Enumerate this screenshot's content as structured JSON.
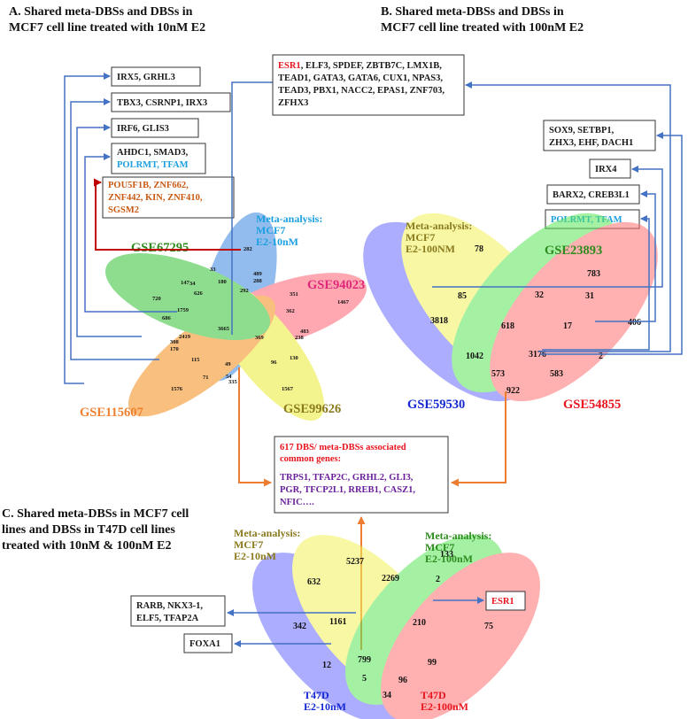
{
  "colors": {
    "black": "#1a1a1a",
    "red": "#e8141e",
    "blue_text": "#1ba0e0",
    "orange_text": "#c85a14",
    "olive": "#8a7a1e",
    "green": "#2e8b1e",
    "magenta": "#e0287a",
    "orange_ds": "#f08030",
    "navy": "#1428d2",
    "purple": "#6a1f9a",
    "arrow_blue": "#4472c4",
    "arrow_orange": "#ed7d31",
    "arrow_red": "#c00000"
  },
  "panel_a": {
    "title_line1": "A. Shared meta-DBSs and DBSs in",
    "title_line2": "MCF7 cell line treated with 10nM E2",
    "meta_line1": "Meta-analysis:",
    "meta_line2": "MCF7",
    "meta_line3": "E2-10nM",
    "ds_67295": "GSE67295",
    "ds_94023": "GSE94023",
    "ds_115607": "GSE115607",
    "ds_99626": "GSE99626",
    "numbers": [
      "282",
      "33",
      "489",
      "288",
      "351",
      "1467",
      "147",
      "34",
      "626",
      "180",
      "292",
      "362",
      "720",
      "686",
      "1759",
      "3665",
      "369",
      "483",
      "238",
      "2419",
      "308",
      "170",
      "130",
      "115",
      "49",
      "96",
      "71",
      "54",
      "335",
      "1576",
      "1567"
    ],
    "box1": "IRX5, GRHL3",
    "box2": "TBX3, CSRNP1, IRX3",
    "box3": "IRF6, GLIS3",
    "box4_line1": "AHDC1,   SMAD3,",
    "box4_line2": "POLRMT, TFAM",
    "box5_line1": "POU5F1B,   ZNF662,",
    "box5_line2": "ZNF442, KIN, ZNF410,",
    "box5_line3": "SGSM2"
  },
  "panel_b": {
    "title_line1": "B.  Shared  meta-DBSs  and  DBSs  in",
    "title_line2": "MCF7 cell line treated with 100nM E2",
    "meta_line1": "Meta-analysis:",
    "meta_line2": "MCF7",
    "meta_line3": "E2-100NM",
    "ds_23893": "GSE23893",
    "ds_59530": "GSE59530",
    "ds_54855": "GSE54855",
    "numbers": [
      "78",
      "783",
      "85",
      "32",
      "31",
      "3818",
      "618",
      "17",
      "406",
      "1042",
      "3176",
      "573",
      "583",
      "2",
      "922"
    ],
    "esr_box_line1_red": "ESR1",
    "esr_box_line1_rest": ", ELF3, SPDEF, ZBTB7C, LMX1B,",
    "esr_box_line2": "TEAD1, GATA3, GATA6, CUX1, NPAS3,",
    "esr_box_line3": "TEAD3, PBX1, NACC2, EPAS1, ZNF703,",
    "esr_box_line4": "ZFHX3",
    "sox_line1": "SOX9,     SETBP1,",
    "sox_line2": "ZHX3, EHF, DACH1",
    "irx4": "IRX4",
    "barx2": "BARX2, CREB3L1",
    "polrmt": "POLRMT, TFAM"
  },
  "center_box": {
    "line1": "617 DBS/ meta-DBSs associated",
    "line2": "common genes:",
    "line3": "TRPS1, TFAP2C, GRHL2, GLI3,",
    "line4": "PGR, TFCP2L1, RREB1, CASZ1,",
    "line5": "NFIC…."
  },
  "panel_c": {
    "title_line1": "C. Shared meta-DBSs in MCF7 cell",
    "title_line2": "lines  and  DBSs  in  T47D  cell  lines",
    "title_line3": "treated with 10nM & 100nM E2",
    "meta10_line1": "Meta-analysis:",
    "meta10_line2": "MCF7",
    "meta10_line3": "E2-10nM",
    "meta100_line1": "Meta-analysis:",
    "meta100_line2": "MCF7",
    "meta100_line3": "E2-100nM",
    "t47d10_line1": "T47D",
    "t47d10_line2": "E2-10nM",
    "t47d100_line1": "T47D",
    "t47d100_line2": "E2-100nM",
    "numbers": [
      "5237",
      "133",
      "632",
      "2269",
      "2",
      "342",
      "1161",
      "210",
      "75",
      "12",
      "799",
      "99",
      "5",
      "96",
      "34"
    ],
    "rarb_line1": "RARB,    NKX3-1,",
    "rarb_line2": "ELF5, TFAP2A",
    "foxa1": "FOXA1",
    "esr1": "ESR1"
  }
}
